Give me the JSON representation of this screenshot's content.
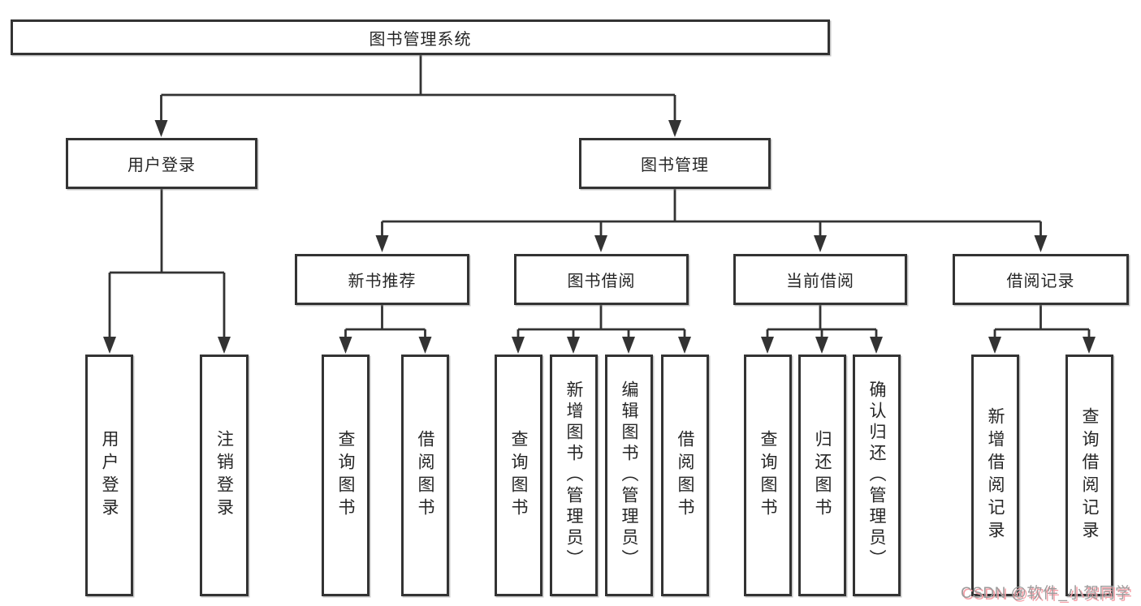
{
  "diagram": {
    "root_label": "图书管理系统",
    "level2": [
      {
        "label": "用户登录"
      },
      {
        "label": "图书管理"
      }
    ],
    "level3": [
      {
        "label": "新书推荐"
      },
      {
        "label": "图书借阅"
      },
      {
        "label": "当前借阅"
      },
      {
        "label": "借阅记录"
      }
    ],
    "leaves": {
      "user_login": [
        "用户登录",
        "注销登录"
      ],
      "new_books": [
        "查询图书",
        "借阅图书"
      ],
      "book_borrow": [
        "查询图书",
        "新增图书（管理员）",
        "编辑图书（管理员）",
        "借阅图书"
      ],
      "current_borrow": [
        "查询图书",
        "归还图书",
        "确认归还（管理员）"
      ],
      "borrow_records": [
        "新增借阅记录",
        "查询借阅记录"
      ]
    }
  },
  "watermark": {
    "text": "CSDN @软件_小贺同学"
  },
  "colors": {
    "line": "#333333",
    "text": "#262626",
    "background": "#ffffff",
    "watermark_gray": "#9c9c9c",
    "watermark_pink": "#f5a0a8"
  }
}
